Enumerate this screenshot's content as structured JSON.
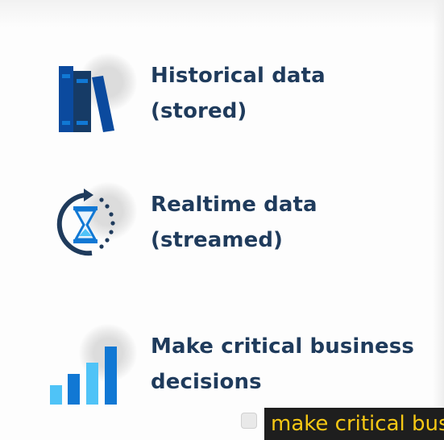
{
  "items": [
    {
      "icon": "books-icon",
      "line1": "Historical data",
      "line2": "(stored)"
    },
    {
      "icon": "hourglass-refresh-icon",
      "line1": "Realtime data",
      "line2": "(streamed)"
    },
    {
      "icon": "bar-chart-icon",
      "line1": "Make critical business",
      "line2": "decisions"
    }
  ],
  "caption": {
    "text": "make critical bus"
  },
  "colors": {
    "heading": "#1f3b5c",
    "blue_dark": "#0b4a9e",
    "blue_mid": "#1178d4",
    "blue_light": "#4fc3f7",
    "caption_bg": "#1e1e1e",
    "caption_text": "#f6c814"
  }
}
